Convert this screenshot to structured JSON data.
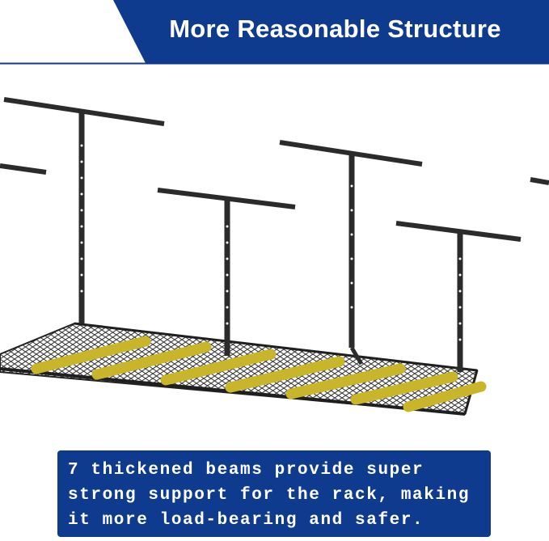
{
  "banner": {
    "title": "More Reasonable Structure",
    "background_color": "#0f3b8f",
    "accent_line_color": "#0f3b8f"
  },
  "illustration": {
    "subject": "overhead-storage-rack",
    "frame_color": "#2b2b2b",
    "beam_color": "#c9b52a",
    "beam_count": 7
  },
  "caption": {
    "text": "7 thickened beams provide super strong support for the rack, making it more load-bearing and safer.",
    "background_color": "#0f3b8f"
  }
}
